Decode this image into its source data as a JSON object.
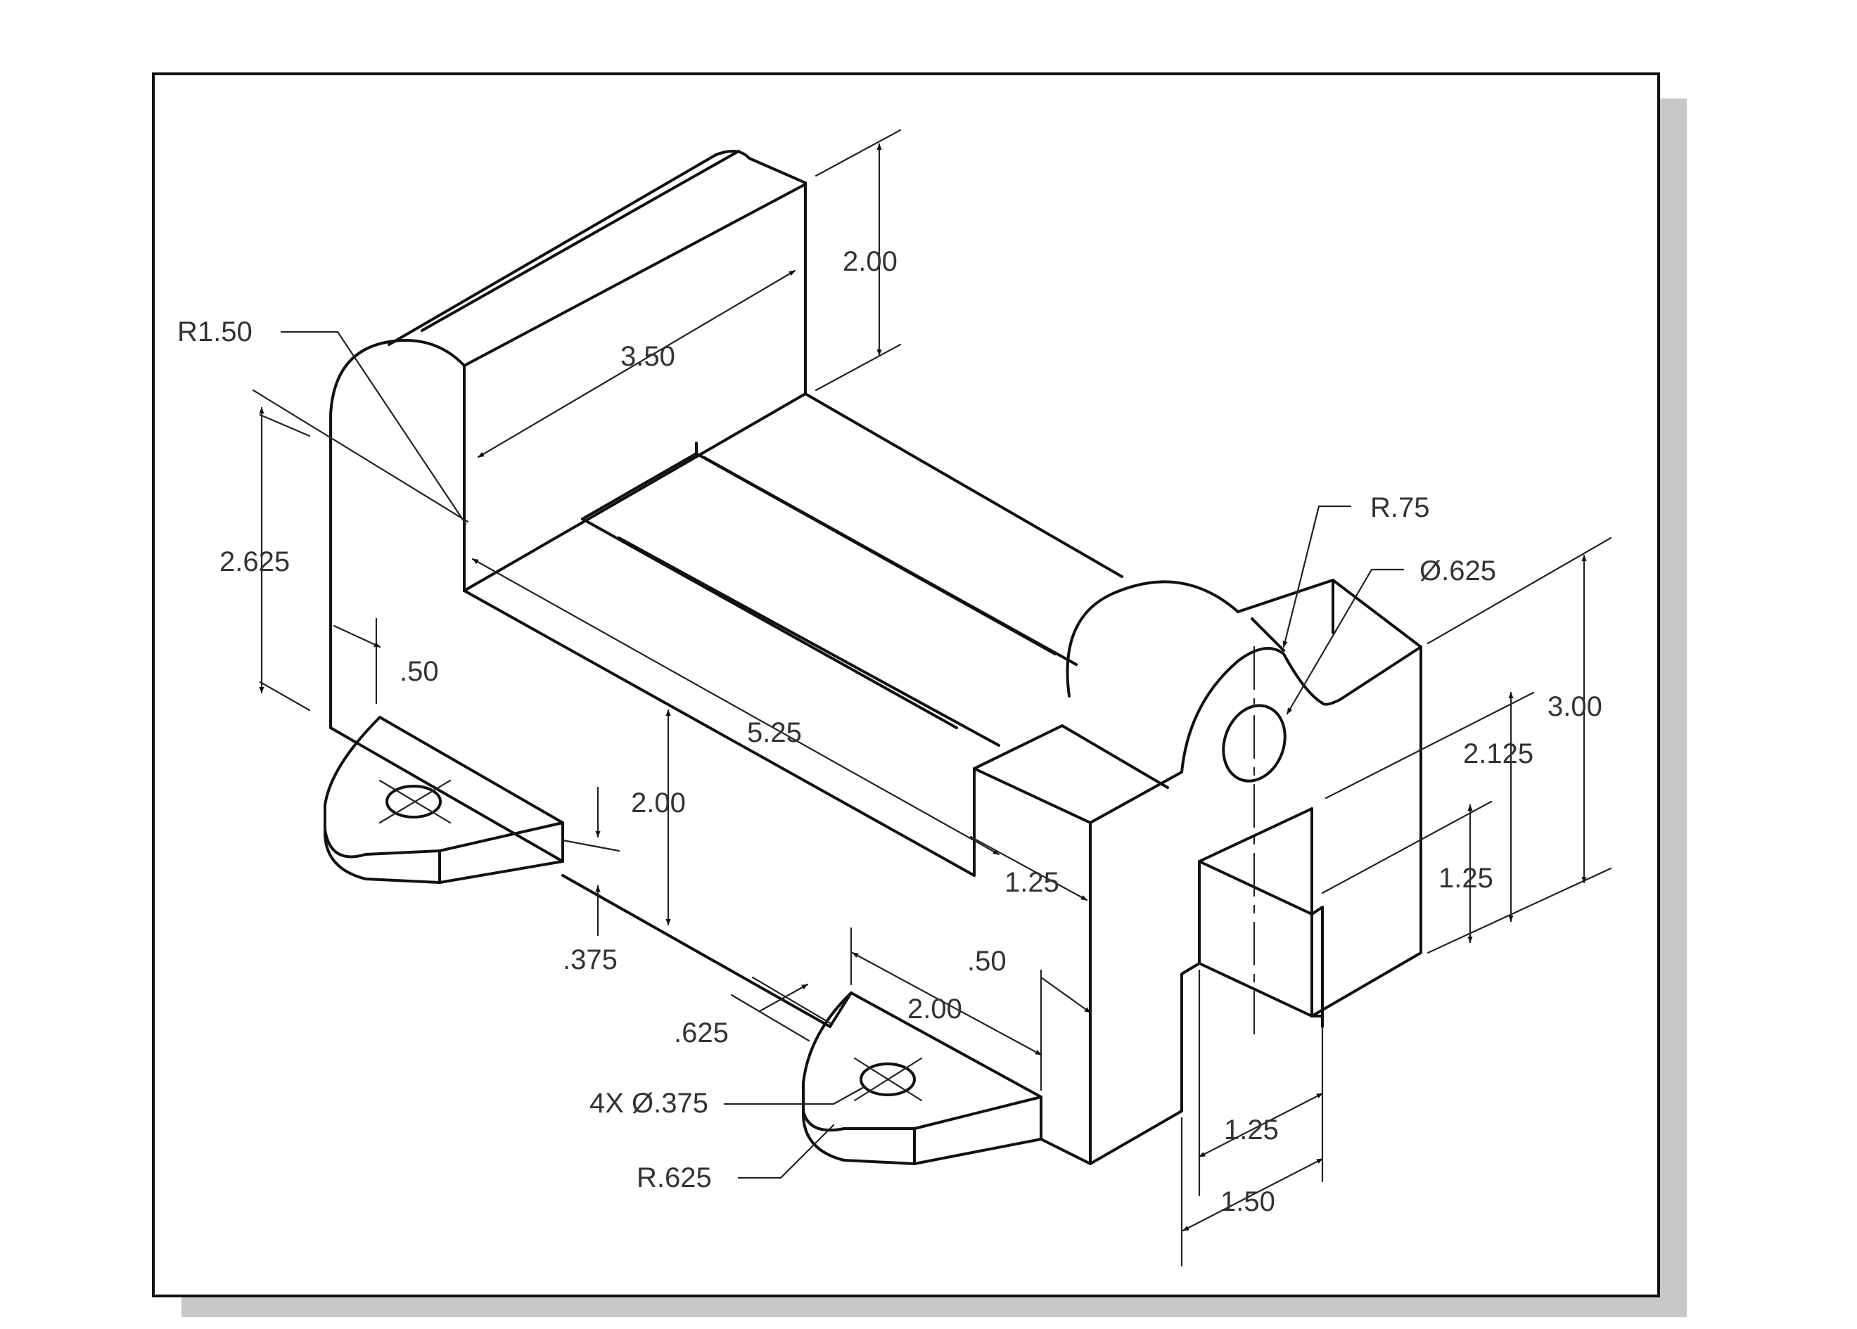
{
  "drawing": {
    "dimensions": {
      "r150": "R1.50",
      "h200_top": "2.00",
      "w350": "3.50",
      "h2625": "2.625",
      "d050_left": ".50",
      "l525": "5.25",
      "h200_mid": "2.00",
      "d0375": ".375",
      "d125_mid": "1.25",
      "d0625": ".625",
      "d200_bot": "2.00",
      "d050_bot": ".50",
      "holes": "4X Ø.375",
      "r0625": "R.625",
      "r075": "R.75",
      "dia0625": "Ø.625",
      "h300": "3.00",
      "h2125": "2.125",
      "h125_right": "1.25",
      "w125_bot": "1.25",
      "w150_bot": "1.50"
    }
  }
}
